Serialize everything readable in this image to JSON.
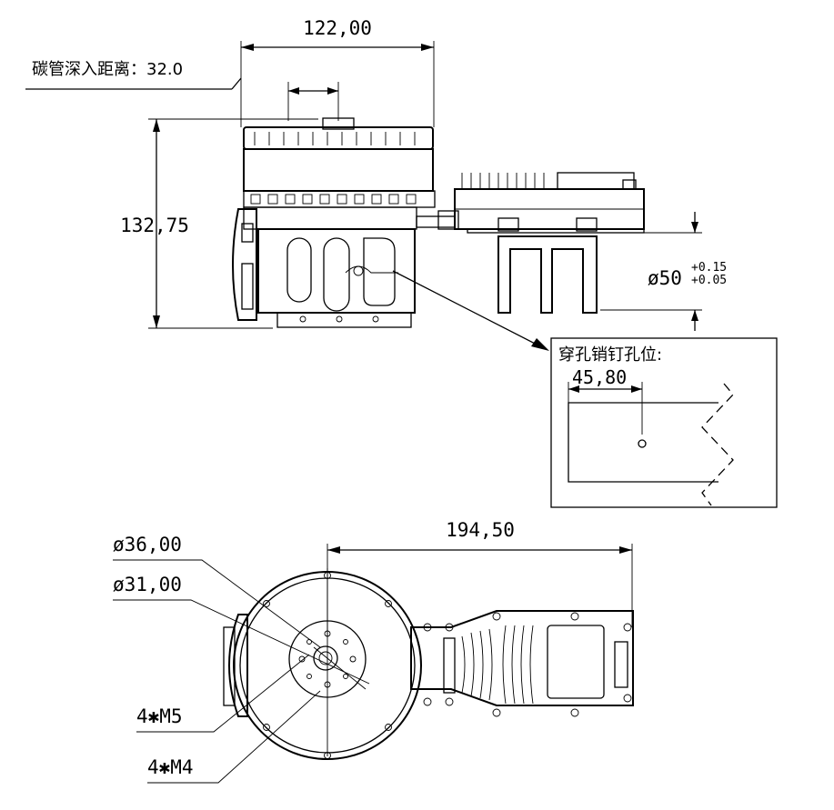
{
  "side_view": {
    "width_dim": "122,00",
    "carbon_tube_depth_label": "碳管深入距离：32.0",
    "height_dim": "132,75",
    "tube_diameter": "ø50",
    "tol_upper": "+0.15",
    "tol_lower": "+0.05"
  },
  "detail_view": {
    "title": "穿孔销钉孔位:",
    "pin_offset_dim": "45,80"
  },
  "bottom_view": {
    "length_dim": "194,50",
    "outer_bolt_circle": "ø36,00",
    "inner_bolt_circle": "ø31,00",
    "m5_holes": "4✱M5",
    "m4_holes": "4✱M4"
  }
}
